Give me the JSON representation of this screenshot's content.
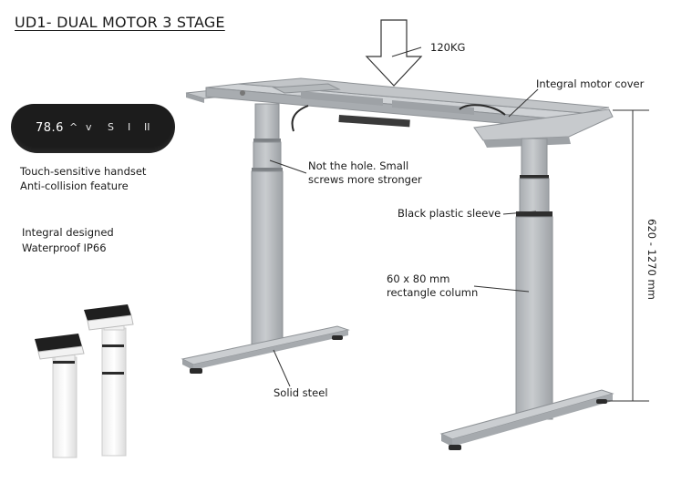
{
  "title": "UD1- DUAL MOTOR 3 STAGE",
  "load_label": "120KG",
  "handset": {
    "display_value": "78.6",
    "buttons": [
      "^",
      "v",
      "S",
      "I",
      "II"
    ]
  },
  "features": {
    "handset_line1": "Touch-sensitive handset",
    "handset_line2": "Anti-collision feature",
    "design_line1": "Integral designed",
    "design_line2": "Waterproof IP66"
  },
  "callouts": {
    "motor_cover": "Integral motor cover",
    "screws_line1": "Not the hole. Small",
    "screws_line2": "screws more stronger",
    "sleeve": "Black plastic sleeve",
    "column_line1": "60 x 80 mm",
    "column_line2": "rectangle column",
    "steel": "Solid steel",
    "height_range": "620 - 1270 mm"
  },
  "colors": {
    "frame": "#b9bcbf",
    "frame_dark": "#8e9296",
    "handset": "#1c1c1c",
    "white_leg": "#f4f4f4"
  }
}
